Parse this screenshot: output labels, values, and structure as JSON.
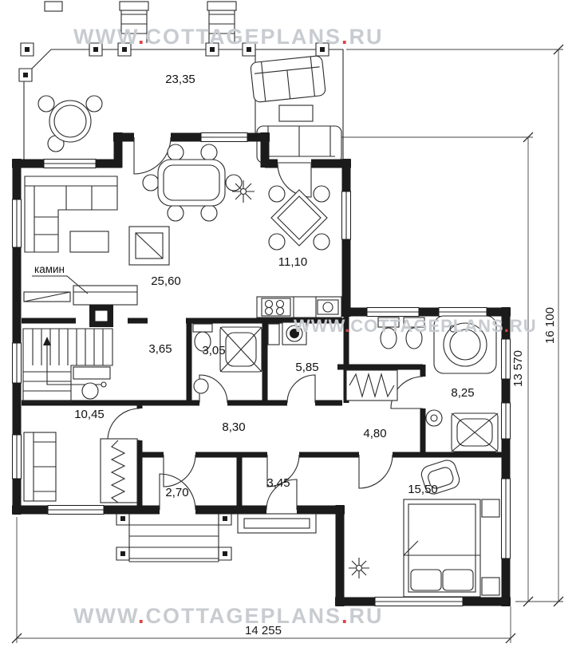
{
  "watermark": {
    "prefix": "WWW",
    "dot": ".",
    "name": "COTTAGEPLANS",
    "suffix": "RU",
    "color": "#c8ccd0",
    "dot_color": "#dc4444"
  },
  "plan": {
    "fireplace_label": "камин",
    "areas": {
      "terrace": "23,35",
      "living": "25,60",
      "kitchen": "11,10",
      "hall": "3,65",
      "bath_small": "3,05",
      "utility": "5,85",
      "corridor": "8,30",
      "study": "10,45",
      "entry": "2,70",
      "mudroom": "3,45",
      "wardrobe": "4,80",
      "bathroom": "8,25",
      "bedroom": "15,50"
    }
  },
  "dimensions": {
    "overall_width": "14 255",
    "wing_height": "13 570",
    "overall_height": "16 100"
  },
  "colors": {
    "wall": "#1b1b1b",
    "line": "#2a2a2a",
    "watermark": "#c8ccd0",
    "watermark_dot": "#dc4444",
    "text": "#111111"
  }
}
